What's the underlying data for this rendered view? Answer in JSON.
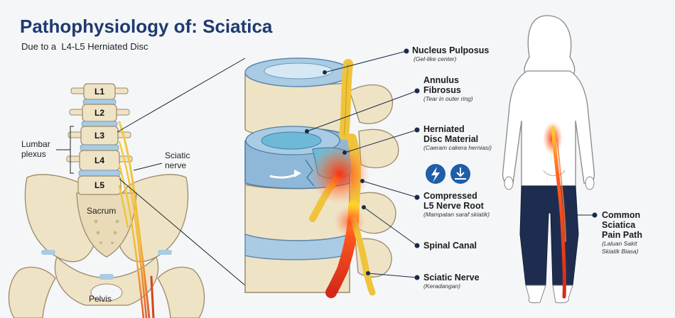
{
  "header": {
    "title": "Pathophysiology of: Sciatica",
    "subtitle": "Due to a  L4-L5 Herniated Disc"
  },
  "spine": {
    "vertebrae": [
      "L1",
      "L2",
      "L3",
      "L4",
      "L5"
    ],
    "sacrum": "Sacrum",
    "pelvis": "Pelvis",
    "lumbar_plexus": [
      "Lumbar",
      "plexus"
    ],
    "sciatic_nerve": [
      "Sciatic",
      "nerve"
    ]
  },
  "callouts": {
    "nucleus": {
      "title": [
        "Nucleus Pulposus"
      ],
      "note": "(Gel-like center)"
    },
    "annulus": {
      "title": [
        "Annulus",
        "Fibrosus"
      ],
      "note": "(Tear in outer ring)"
    },
    "herniated": {
      "title": [
        "Herniated",
        "Disc Material"
      ],
      "note": "(Caeram cakera herniasi)"
    },
    "compressed": {
      "title": [
        "Compressed",
        "L5 Nerve Root"
      ],
      "note": "(Mampatan saraf skiatik)"
    },
    "canal": {
      "title": [
        "Spinal Canal"
      ],
      "note": ""
    },
    "sciatic": {
      "title": [
        "Sciatic Nerve"
      ],
      "note": "(Keradangan)"
    },
    "pain_path": {
      "title": [
        "Common",
        "Sciatica",
        "Pain Path"
      ],
      "note": [
        "(Laluan Sakit",
        "Skiatik Biasa)"
      ]
    }
  },
  "icons": [
    "lightning-pain-icon",
    "compression-down-icon"
  ],
  "colors": {
    "title": "#1f3a6e",
    "bone": "#efe3c6",
    "disc": "#a9cbe3",
    "nerve": "#f0c43a",
    "pain": "#e8331c",
    "icon_bg": "#1f5ea8"
  }
}
